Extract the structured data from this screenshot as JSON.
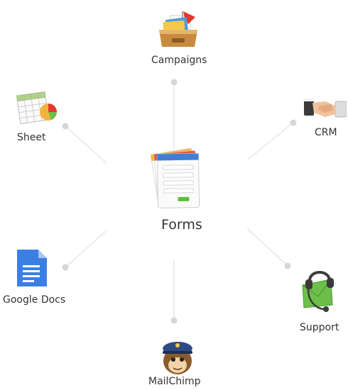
{
  "center": {
    "label": "Forms",
    "icon": "forms-stack-icon"
  },
  "nodes": [
    {
      "id": "campaigns",
      "label": "Campaigns",
      "icon": "inbox-tray-icon"
    },
    {
      "id": "crm",
      "label": "CRM",
      "icon": "handshake-icon"
    },
    {
      "id": "support",
      "label": "Support",
      "icon": "headset-icon"
    },
    {
      "id": "mailchimp",
      "label": "MailChimp",
      "icon": "chimp-mascot-icon"
    },
    {
      "id": "google-docs",
      "label": "Google Docs",
      "icon": "document-icon"
    },
    {
      "id": "sheet",
      "label": "Sheet",
      "icon": "spreadsheet-chart-icon"
    }
  ],
  "colors": {
    "connector": "#dedede",
    "dot": "#d4d4d4",
    "text": "#333333",
    "docs_blue": "#3b7fe5",
    "support_green": "#6cc04a"
  }
}
